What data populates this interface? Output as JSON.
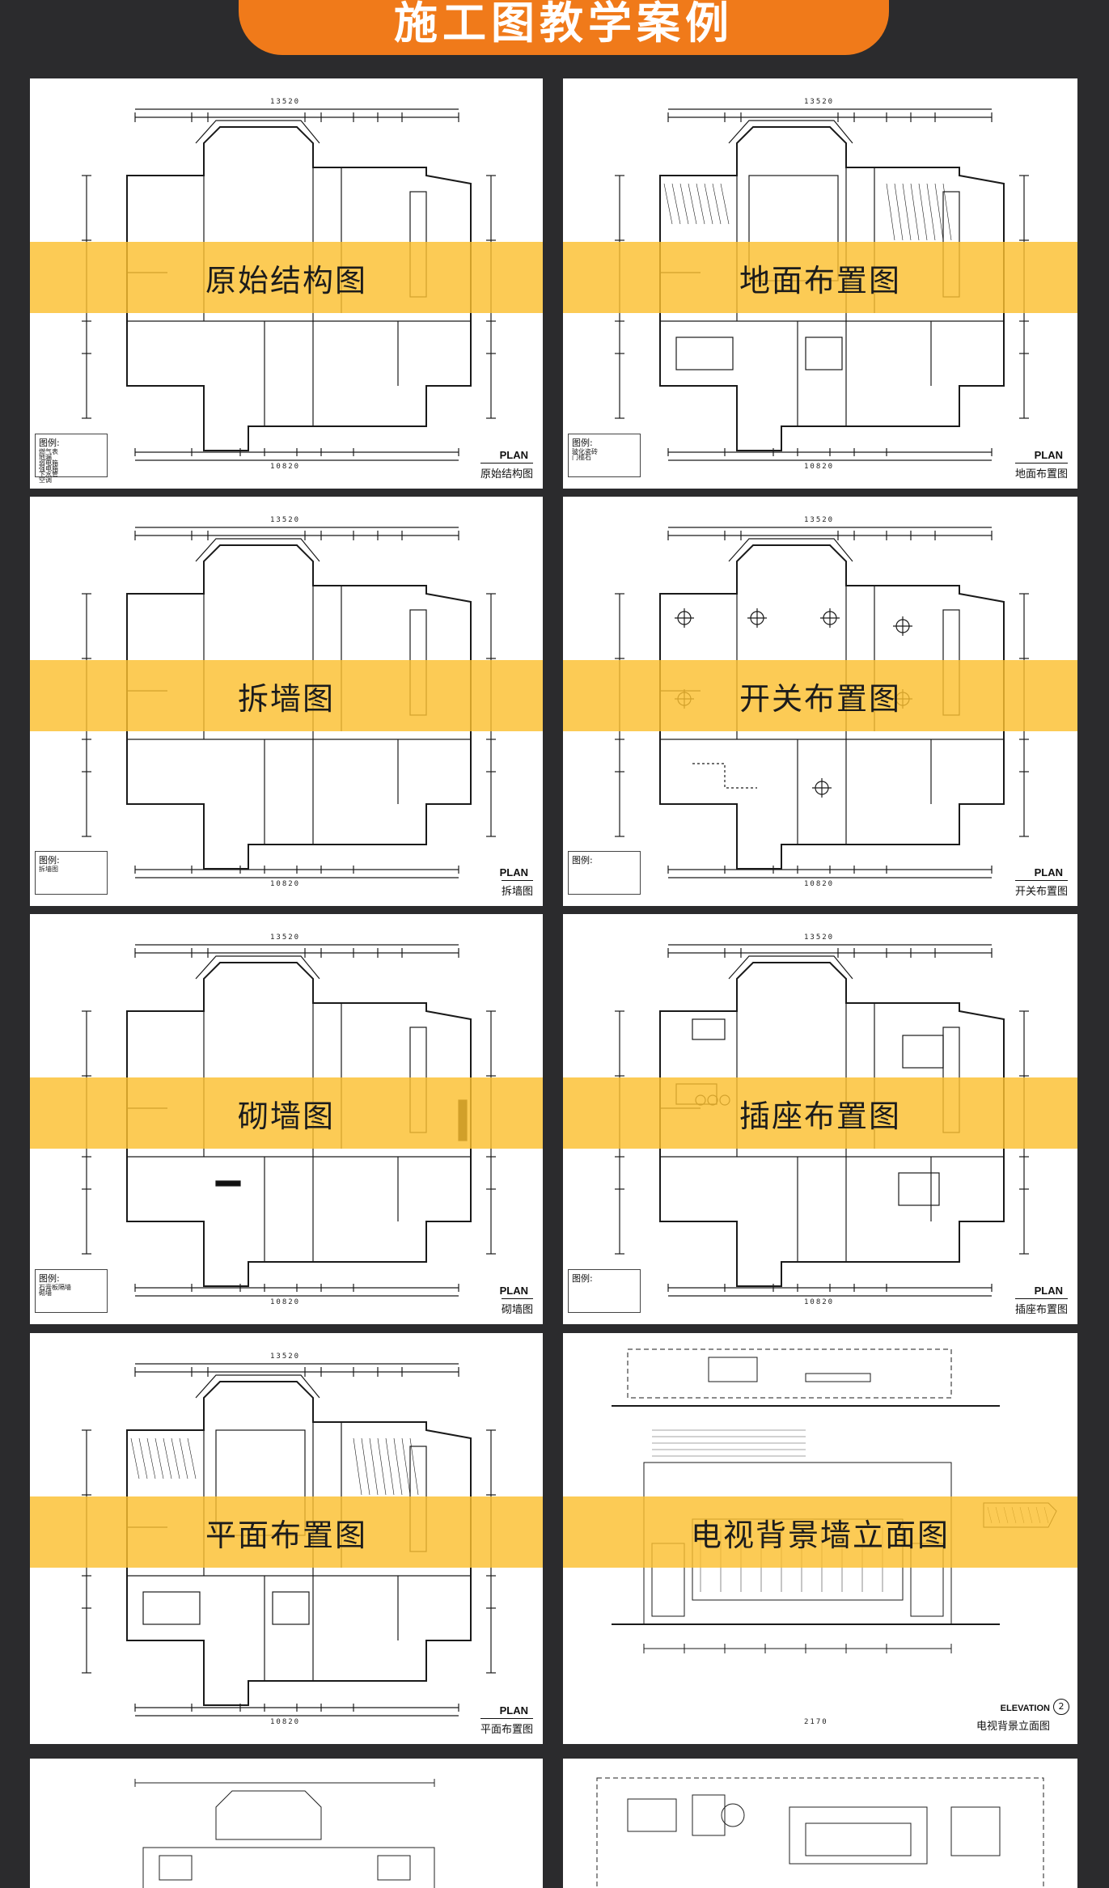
{
  "header": {
    "title": "施工图教学案例",
    "accent_color": "#f07a1a",
    "band_color": "#fbbf30",
    "background_color": "#2b2b2d"
  },
  "cards": [
    {
      "label": "原始结构图",
      "tag": "PLAN",
      "caption": "原始结构图",
      "dim_top": "13520",
      "dim_bottom": "10820",
      "legend": {
        "title": "图例:",
        "items": [
          "燃气表",
          "地漏",
          "弱电箱",
          "强电箱",
          "下水管",
          "空调"
        ]
      }
    },
    {
      "label": "地面布置图",
      "tag": "PLAN",
      "caption": "地面布置图",
      "dim_top": "13520",
      "dim_bottom": "10820",
      "legend": {
        "title": "图例:",
        "items": [
          "玻化瓷砖",
          "门槛石"
        ]
      }
    },
    {
      "label": "拆墙图",
      "tag": "PLAN",
      "caption": "拆墙图",
      "dim_top": "13520",
      "dim_bottom": "10820",
      "legend": {
        "title": "图例:",
        "items": [
          "拆墙图"
        ]
      }
    },
    {
      "label": "开关布置图",
      "tag": "PLAN",
      "caption": "开关布置图",
      "dim_top": "13520",
      "dim_bottom": "10820",
      "legend": {
        "title": "图例:",
        "items": [
          ""
        ]
      }
    },
    {
      "label": "砌墙图",
      "tag": "PLAN",
      "caption": "砌墙图",
      "dim_top": "13520",
      "dim_bottom": "10820",
      "legend": {
        "title": "图例:",
        "items": [
          "石膏板隔墙",
          "砌墙"
        ]
      }
    },
    {
      "label": "插座布置图",
      "tag": "PLAN",
      "caption": "插座布置图",
      "dim_top": "13520",
      "dim_bottom": "10820",
      "legend": {
        "title": "图例:",
        "items": [
          ""
        ]
      }
    },
    {
      "label": "平面布置图",
      "tag": "PLAN",
      "caption": "平面布置图",
      "dim_top": "13520",
      "dim_bottom": "10820",
      "legend": {
        "title": "",
        "items": []
      }
    },
    {
      "label": "电视背景墙立面图",
      "tag": "ELEVATION",
      "caption": "电视背景立面图",
      "number": "2",
      "dim_top": "",
      "dim_bottom": "2170",
      "legend": {
        "title": "",
        "items": []
      }
    }
  ]
}
